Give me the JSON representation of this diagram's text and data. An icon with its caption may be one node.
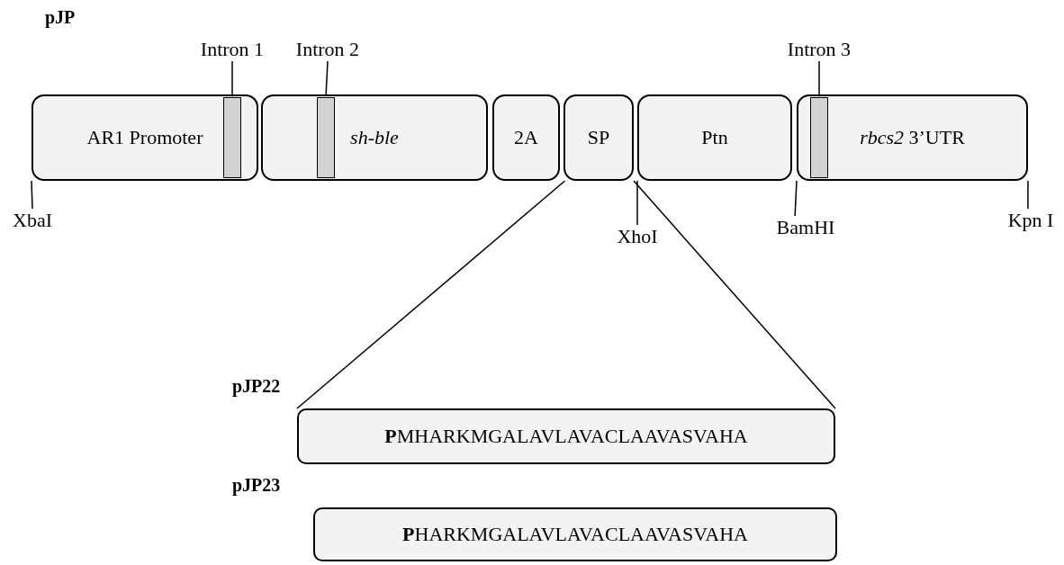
{
  "diagram": {
    "title": "pJP",
    "nodes": [
      {
        "text": [
          "Intron 1"
        ]
      },
      {
        "text": [
          "Intron 2"
        ]
      },
      {
        "text": [
          "Intron 3"
        ]
      },
      {
        "text": [
          "AR1 Promoter"
        ]
      },
      {
        "text": [],
        "shape": "bar",
        "in": 3
      },
      {
        "text": [
          "*sh-ble*"
        ]
      },
      {
        "text": [],
        "shape": "bar",
        "in": 5
      },
      {
        "text": [
          "2A"
        ]
      },
      {
        "text": [
          "SP"
        ]
      },
      {
        "text": [
          "Ptn"
        ]
      },
      {
        "text": [
          "*rbcs2* 3’UTR"
        ]
      },
      {
        "text": [],
        "shape": "bar",
        "in": 10
      },
      {
        "text": [
          "XbaI"
        ]
      },
      {
        "text": [
          "XhoI"
        ]
      },
      {
        "text": [
          "BamHI"
        ]
      },
      {
        "text": [
          "Kpn I"
        ]
      },
      {
        "text": [
          "pJP22",
          "**P**MHARKMGALAVLAVACLAAVASVAHA"
        ]
      },
      {
        "text": [
          "pJP23",
          "**P**HARKMGALAVLAVACLAAVASVAHA"
        ]
      }
    ],
    "edges": [
      {
        "from": 0,
        "to": 4,
        "arrow": "none"
      },
      {
        "from": 1,
        "to": 6,
        "arrow": "none"
      },
      {
        "from": 2,
        "to": 11,
        "arrow": "none"
      },
      {
        "from": 12,
        "to": 3,
        "arrow": "none"
      },
      {
        "from": 13,
        "to": 9,
        "arrow": "none"
      },
      {
        "from": 14,
        "to": 10,
        "arrow": "none"
      },
      {
        "from": 15,
        "to": 10,
        "arrow": "none"
      },
      {
        "from": 8,
        "to": 16,
        "arrow": "none"
      },
      {
        "from": 8,
        "to": 16,
        "arrow": "none"
      }
    ]
  }
}
